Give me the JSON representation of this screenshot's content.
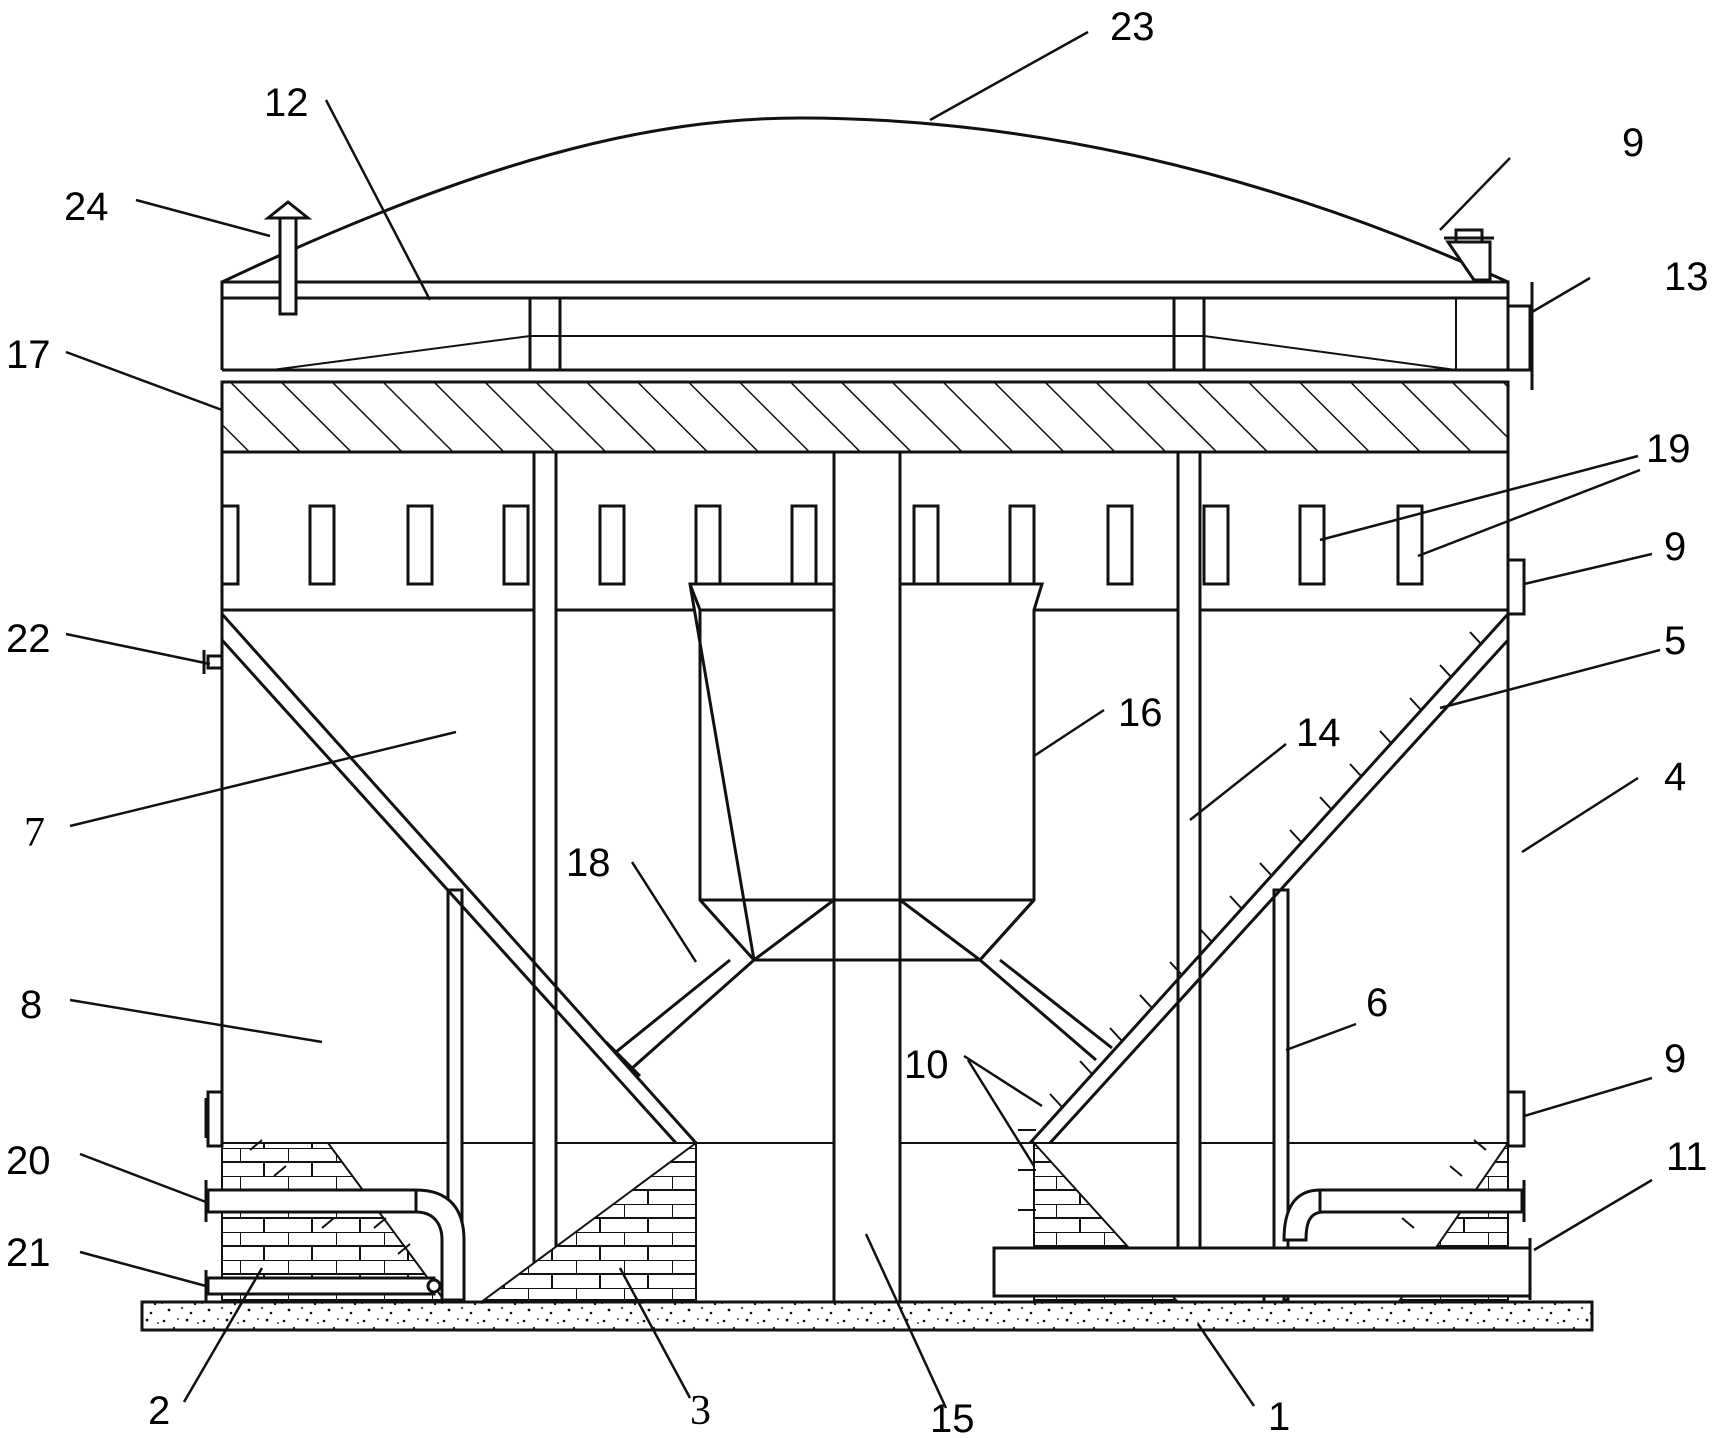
{
  "labels": {
    "l1": "1",
    "l2": "2",
    "l3": "3",
    "l4": "4",
    "l5": "5",
    "l6": "6",
    "l7": "7",
    "l8": "8",
    "l9a": "9",
    "l9b": "9",
    "l9c": "9",
    "l10": "10",
    "l11": "11",
    "l12": "12",
    "l13": "13",
    "l14": "14",
    "l15": "15",
    "l16": "16",
    "l17": "17",
    "l18": "18",
    "l19": "19",
    "l20": "20",
    "l21": "21",
    "l22": "22",
    "l23": "23",
    "l24": "24"
  },
  "colors": {
    "stroke": "#111111",
    "background": "#ffffff"
  }
}
